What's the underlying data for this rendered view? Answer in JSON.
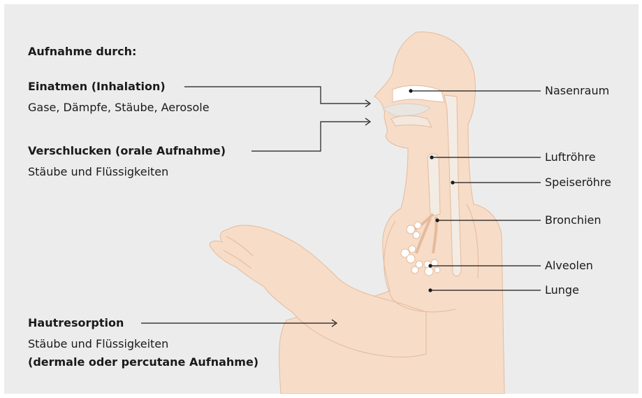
{
  "intake": {
    "heading": "Aufnahme durch:",
    "inhalation": {
      "title": "Einatmen (Inhalation)",
      "detail": "Gase, Dämpfe, Stäube, Aerosole"
    },
    "ingestion": {
      "title": "Verschlucken (orale Aufnahme)",
      "detail": "Stäube und Flüssigkeiten"
    },
    "skin": {
      "title": "Hautresorption",
      "detail": "Stäube und Flüssigkeiten",
      "note": "(dermale oder percutane Aufnahme)"
    }
  },
  "anatomy": {
    "nasal_cavity": "Nasenraum",
    "trachea": "Luftröhre",
    "esophagus": "Speiseröhre",
    "bronchi": "Bronchien",
    "alveoli": "Alveolen",
    "lung": "Lunge"
  },
  "colors": {
    "background": "#ececec",
    "skin": "#f7dcc8",
    "skin_outline": "#e3bb9c",
    "airway": "#e9e6e2",
    "text": "#1a1a1a"
  }
}
